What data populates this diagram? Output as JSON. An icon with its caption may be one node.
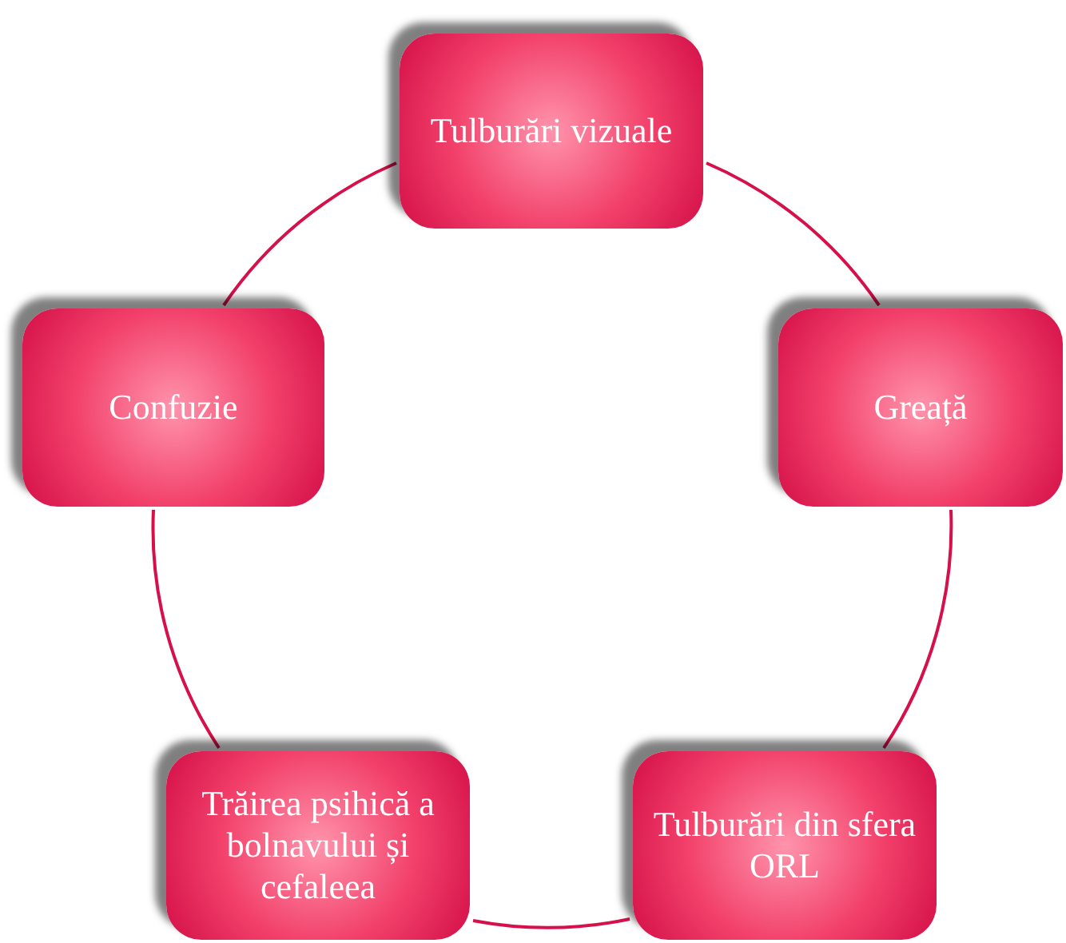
{
  "diagram": {
    "nodes": [
      {
        "text": [
          "Tulburări vizuale"
        ]
      },
      {
        "text": [
          "Confuzie"
        ]
      },
      {
        "text": [
          "Greață"
        ]
      },
      {
        "text": [
          "Trăirea psihică a bolnavului și cefaleea"
        ]
      },
      {
        "text": [
          "Tulburări din sfera ORL"
        ]
      }
    ],
    "edges": [
      {
        "from": 0,
        "to": 2,
        "arrow": "none"
      },
      {
        "from": 2,
        "to": 4,
        "arrow": "none"
      },
      {
        "from": 4,
        "to": 3,
        "arrow": "none"
      },
      {
        "from": 3,
        "to": 1,
        "arrow": "none"
      },
      {
        "from": 1,
        "to": 0,
        "arrow": "none"
      }
    ]
  }
}
